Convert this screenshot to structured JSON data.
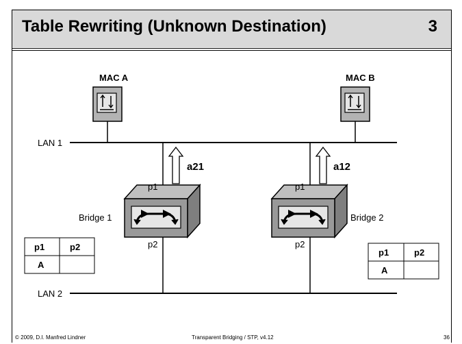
{
  "header": {
    "title": "Table Rewriting (Unknown Destination)",
    "page_number": "3"
  },
  "stations": {
    "a": "MAC A",
    "b": "MAC B"
  },
  "lans": {
    "lan1": "LAN 1",
    "lan2": "LAN 2"
  },
  "bridges": {
    "b1": "Bridge 1",
    "b2": "Bridge 2"
  },
  "ports": {
    "p1": "p1",
    "p2": "p2"
  },
  "arrows": {
    "a21": "a21",
    "a12": "a12"
  },
  "table1": {
    "headers": [
      "p1",
      "p2"
    ],
    "row": [
      "A",
      ""
    ]
  },
  "table2": {
    "headers": [
      "p1",
      "p2"
    ],
    "row": [
      "A",
      ""
    ]
  },
  "footer": {
    "left": "© 2009, D.I. Manfred Lindner",
    "center": "Transparent Bridging / STP, v4.12",
    "right": "36"
  }
}
